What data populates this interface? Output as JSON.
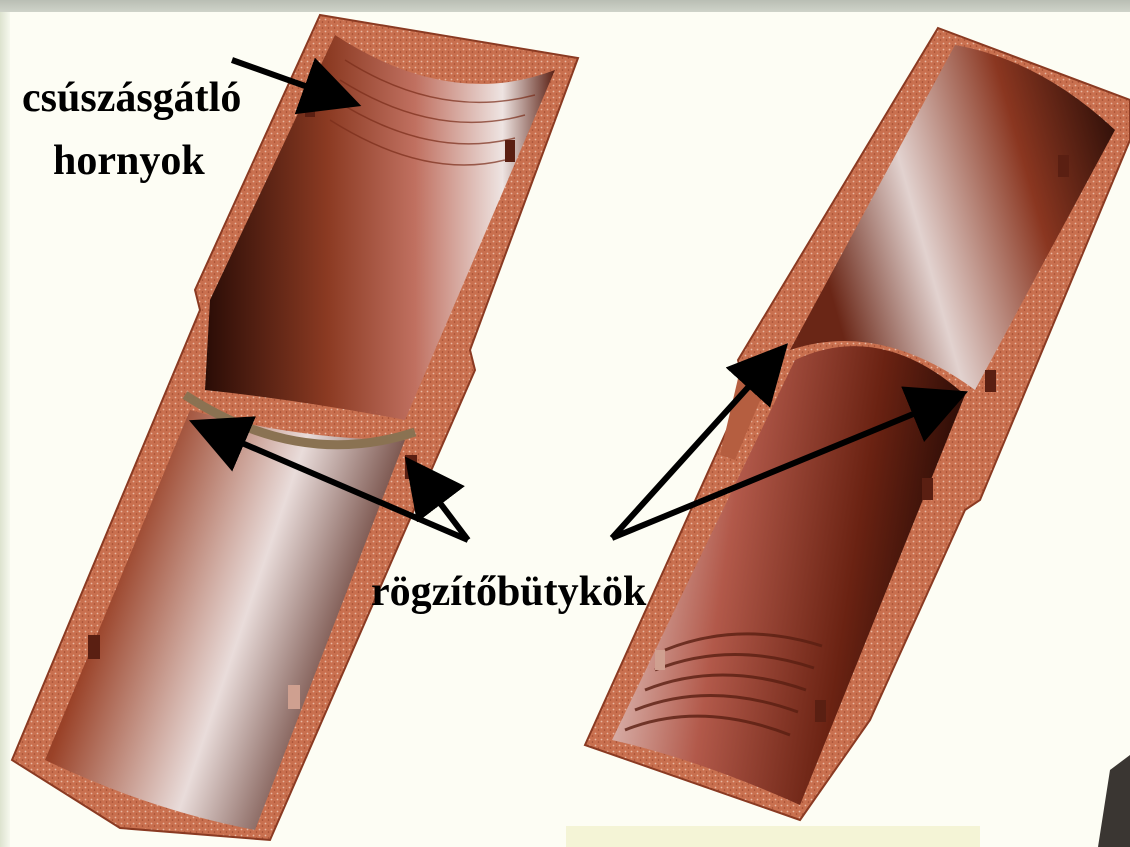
{
  "labels": {
    "groove_line1": "csúszásgátló",
    "groove_line2": "hornyok",
    "lugs": "rögzítőbütykök"
  },
  "colors": {
    "background": "#fdfdf4",
    "pipe_rim": "#c96a48",
    "pipe_inner_dark": "#5a1f12",
    "pipe_inner_light": "#f1e8e6",
    "arrow": "#000000",
    "caption_box": "#f4f4d6"
  },
  "parts": [
    "left-pipe-half",
    "right-pipe-half",
    "right-pipe-overlap-sleeve",
    "dark-object-corner"
  ]
}
